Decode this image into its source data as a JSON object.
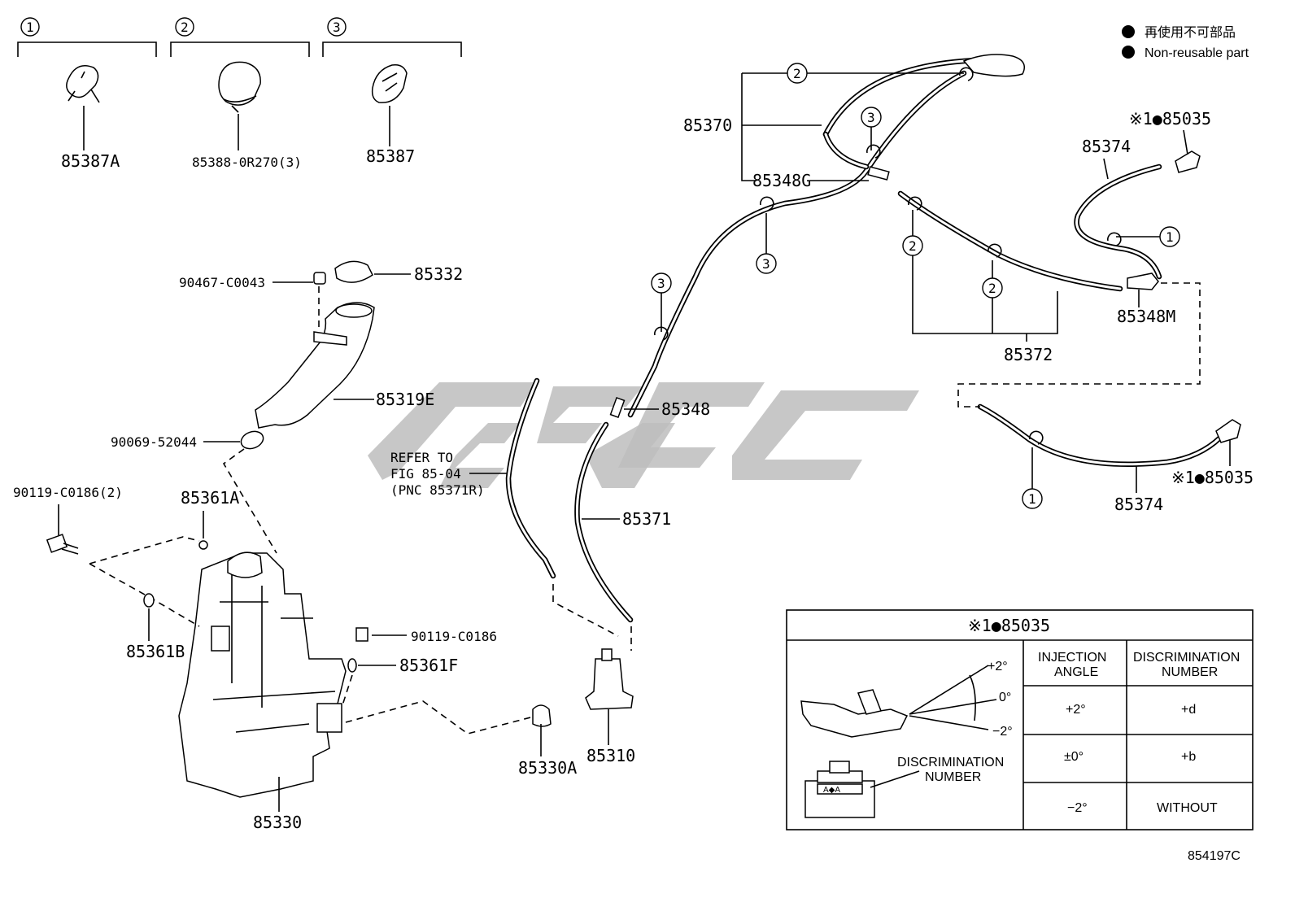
{
  "legend": {
    "jp": "再使用不可部品",
    "en": "Non-reusable part"
  },
  "groups": [
    {
      "num": "1",
      "part": "85387A"
    },
    {
      "num": "2",
      "part": "85388-0R270(3)"
    },
    {
      "num": "3",
      "part": "85387"
    }
  ],
  "labels": {
    "p85370": "85370",
    "p85348G": "85348G",
    "p85374_top": "85374",
    "p85035_top": "※1●85035",
    "p85348M": "85348M",
    "p85372": "85372",
    "p85374_bot": "85374",
    "p85035_bot": "※1●85035",
    "p90467": "90467-C0043",
    "p85332": "85332",
    "p85319E": "85319E",
    "p90069": "90069-52044",
    "refer1": "REFER TO",
    "refer2": "FIG 85-04",
    "refer3": "(PNC 85371R)",
    "p85348": "85348",
    "p85371": "85371",
    "p90119_2": "90119-C0186(2)",
    "p85361A": "85361A",
    "p85361B": "85361B",
    "p90119": "90119-C0186",
    "p85361F": "85361F",
    "p85330A": "85330A",
    "p85310": "85310",
    "p85330": "85330",
    "figure_id": "854197C"
  },
  "callouts": {
    "c2_top": "2",
    "c3_a": "3",
    "c3_b": "3",
    "c3_c": "3",
    "c1_top": "1",
    "c2_left": "2",
    "c2_mid": "2",
    "c1_bot": "1"
  },
  "inset": {
    "title": "※1●85035",
    "angle_plus": "+2°",
    "angle_zero": "0°",
    "angle_minus": "−2°",
    "disc_label_1": "DISCRIMINATION",
    "disc_label_2": "NUMBER",
    "headers": [
      "INJECTION ANGLE",
      "DISCRIMINATION NUMBER"
    ],
    "header_lines": [
      [
        "INJECTION",
        "ANGLE"
      ],
      [
        "DISCRIMINATION",
        "NUMBER"
      ]
    ],
    "rows": [
      {
        "angle": "+2°",
        "number": "+d"
      },
      {
        "angle": "±0°",
        "number": "+b"
      },
      {
        "angle": "−2°",
        "number": "WITHOUT"
      }
    ],
    "marking": "A◆A"
  }
}
